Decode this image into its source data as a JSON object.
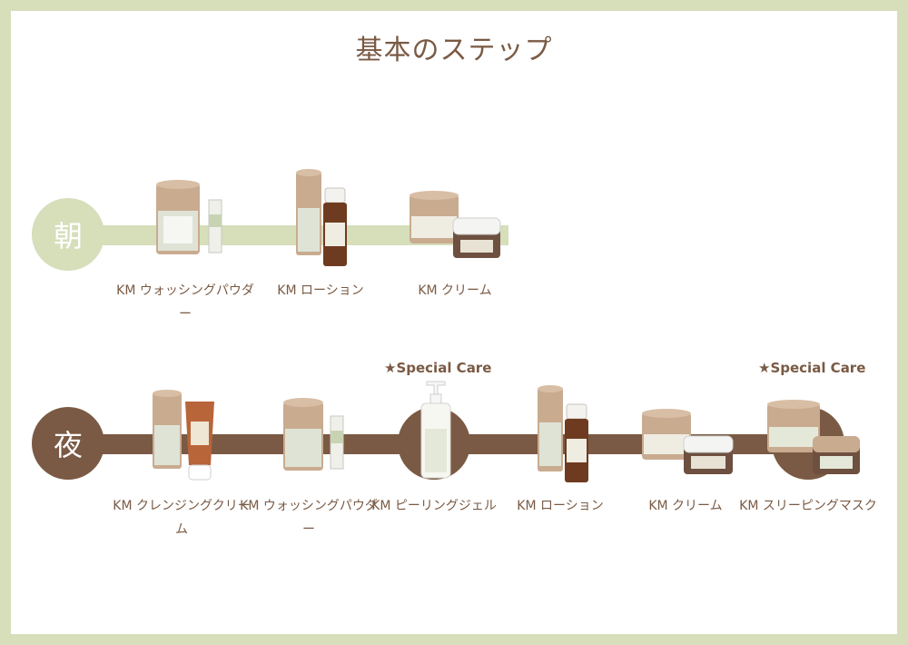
{
  "title": "基本のステップ",
  "colors": {
    "frame": "#d6deba",
    "morning": "#d6deba",
    "night": "#7a5a44",
    "text": "#7a5a44",
    "kraft": "#c9ab90"
  },
  "morning": {
    "badge": "朝",
    "items": [
      {
        "line1": "KM ウォッシングパウダー",
        "line2": ""
      },
      {
        "line1": "KM ローション",
        "line2": ""
      },
      {
        "line1": "KM クリーム",
        "line2": ""
      }
    ]
  },
  "night": {
    "badge": "夜",
    "items": [
      {
        "line1": "KM クレンジングクリーム",
        "line2": ""
      },
      {
        "line1": "KM ウォッシングパウダー",
        "line2": ""
      },
      {
        "line1": "KM ピーリングジェル",
        "line2": ""
      },
      {
        "line1": "KM ローション",
        "line2": ""
      },
      {
        "line1": "KM クリーム",
        "line2": ""
      },
      {
        "line1": "KM スリーピングマスク",
        "line2": ""
      }
    ],
    "special_1": "★Special Care",
    "special_2": "★Special Care"
  },
  "icons": {
    "canister": "kraft-canister-icon",
    "stick": "sachet-stick-icon",
    "bottle": "amber-bottle-icon",
    "tube": "tube-icon",
    "jar": "cream-jar-icon",
    "pump": "pump-bottle-icon"
  }
}
